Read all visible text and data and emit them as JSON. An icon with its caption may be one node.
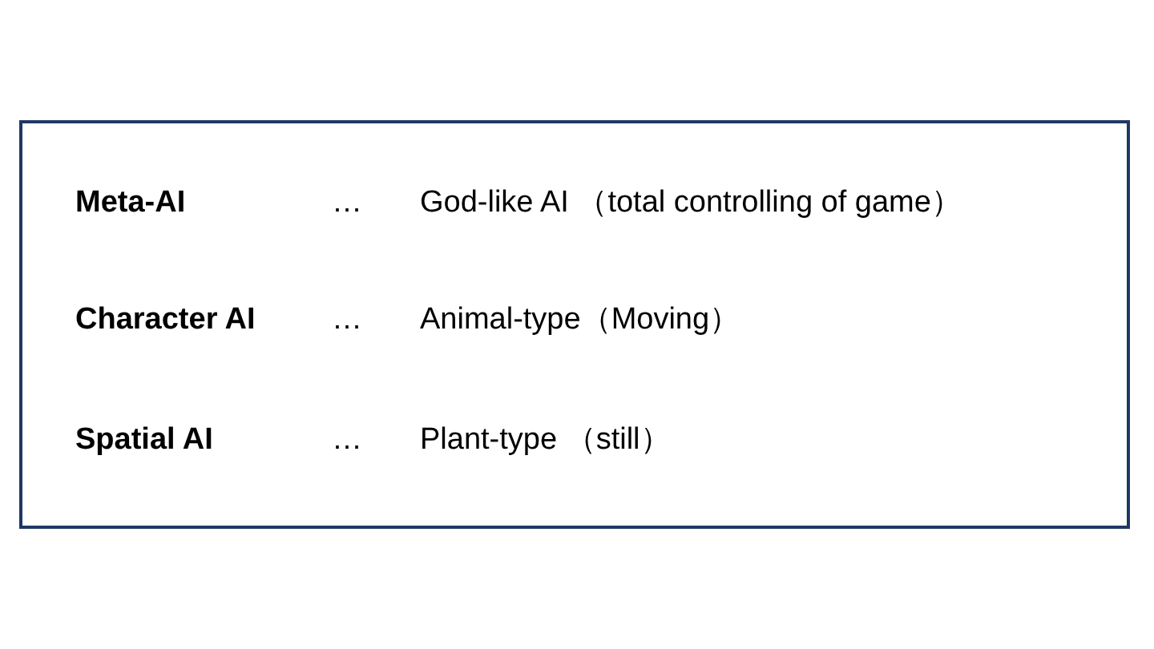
{
  "diagram": {
    "nodes": [
      {
        "text": [
          "Meta-AI",
          "…",
          "God-like AI （total controlling of game）",
          "Character AI",
          "…",
          "Animal-type（Moving）",
          "Spatial AI",
          "…",
          "Plant-type （still）"
        ]
      }
    ]
  }
}
